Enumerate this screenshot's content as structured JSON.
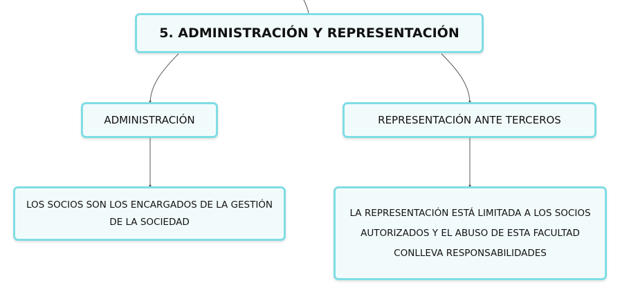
{
  "root": {
    "title": "5. ADMINISTRACIÓN Y REPRESENTACIÓN"
  },
  "branches": {
    "administracion": {
      "label": "ADMINISTRACIÓN",
      "detail": "LOS SOCIOS SON LOS ENCARGADOS DE LA GESTIÓN DE LA SOCIEDAD"
    },
    "representacion": {
      "label": "REPRESENTACIÓN ANTE TERCEROS",
      "detail": "LA REPRESENTACIÓN ESTÁ LIMITADA A LOS SOCIOS AUTORIZADOS Y EL ABUSO DE ESTA FACULTAD CONLLEVA RESPONSABILIDADES"
    }
  },
  "colors": {
    "node_border": "#7fdde3",
    "node_fill": "#f2fbfc",
    "connector": "#555555",
    "text": "#111111"
  }
}
